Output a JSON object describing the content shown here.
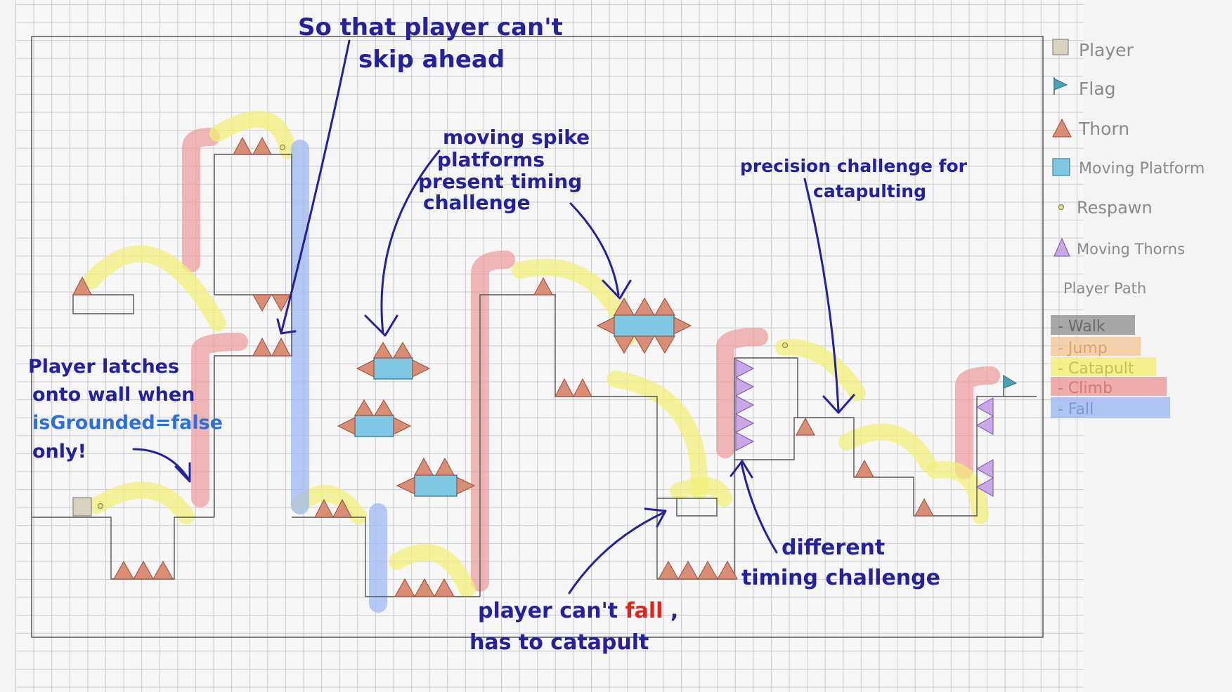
{
  "annotations": {
    "skip_ahead": [
      "So that player can't",
      "skip ahead"
    ],
    "moving_spike": [
      "moving spike",
      "platforms",
      "present timing",
      "challenge"
    ],
    "precision": [
      "precision challenge for",
      "catapulting"
    ],
    "latches": [
      "Player latches",
      "onto wall when",
      "isGrounded=false",
      "only!"
    ],
    "cant_fall_prefix": "player can't",
    "cant_fall_word": "fall",
    "cant_fall_suffix": ",",
    "cant_fall_line2": "has to catapult",
    "timing": [
      "different",
      "timing challenge"
    ]
  },
  "legend": {
    "items": [
      {
        "label": "Player",
        "icon": "player-square"
      },
      {
        "label": "Flag",
        "icon": "flag"
      },
      {
        "label": "Thorn",
        "icon": "thorn-triangle"
      },
      {
        "label": "Moving Platform",
        "icon": "moving-platform"
      },
      {
        "label": "Respawn",
        "icon": "respawn-dot"
      },
      {
        "label": "Moving Thorns",
        "icon": "moving-thorn-triangle"
      }
    ],
    "path_title": "Player Path",
    "path_keys": [
      {
        "label": "- Walk",
        "color": "#8c8c8c"
      },
      {
        "label": "- Jump",
        "color": "#f4c79a"
      },
      {
        "label": "- Catapult",
        "color": "#f2ef7a"
      },
      {
        "label": "- Climb",
        "color": "#ee9a9a"
      },
      {
        "label": "- Fall",
        "color": "#9fb8f2"
      }
    ]
  },
  "colors": {
    "ink": "#26219a",
    "highlight_red": "#e0241c",
    "thorn": "#d98d75",
    "moving_thorn": "#c9a8e8",
    "moving_platform": "#7ec8e3",
    "flag": "#4aa3b5"
  }
}
